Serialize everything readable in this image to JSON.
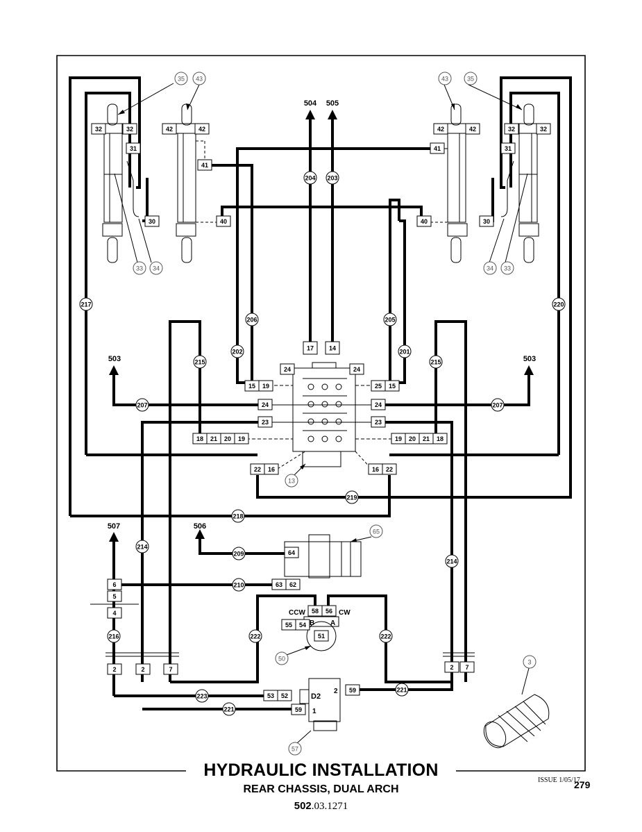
{
  "page": {
    "title": "HYDRAULIC INSTALLATION",
    "subtitle": "REAR CHASSIS, DUAL ARCH",
    "doc_number_bold": "502",
    "doc_number_rest": ".03.1271",
    "issue": "ISSUE 1/05/17",
    "page_number": "279"
  },
  "ports": {
    "p504": "504",
    "p505": "505",
    "p503": "503",
    "p507": "507",
    "p506": "506"
  },
  "hoses": {
    "h204": "204",
    "h203": "203",
    "h206": "206",
    "h202": "202",
    "h205": "205",
    "h201": "201",
    "h217": "217",
    "h220": "220",
    "h215": "215",
    "h207": "207",
    "h219": "219",
    "h218": "218",
    "h214": "214",
    "h209": "209",
    "h210": "210",
    "h216": "216",
    "h222": "222",
    "h223": "223",
    "h221": "221"
  },
  "callouts": {
    "c35": "35",
    "c43": "43",
    "c33": "33",
    "c34": "34",
    "c13": "13",
    "c65": "65",
    "c50": "50",
    "c57": "57",
    "c3": "3"
  },
  "parts": {
    "n32": "32",
    "n42": "42",
    "n31": "31",
    "n41": "41",
    "n40": "40",
    "n30": "30",
    "n17": "17",
    "n14": "14",
    "n24": "24",
    "n15": "15",
    "n19": "19",
    "n25": "25",
    "n23": "23",
    "n18": "18",
    "n21": "21",
    "n20": "20",
    "n22": "22",
    "n16": "16",
    "n64": "64",
    "n63": "63",
    "n62": "62",
    "n6": "6",
    "n5": "5",
    "n4": "4",
    "n58": "58",
    "n56": "56",
    "n55": "55",
    "n54": "54",
    "n51": "51",
    "n2": "2",
    "n7": "7",
    "n53": "53",
    "n52": "52",
    "n59": "59",
    "d2": "D2",
    "one": "1"
  },
  "motor_labels": {
    "ccw": "CCW",
    "cw": "CW",
    "b": "B",
    "a": "A"
  }
}
